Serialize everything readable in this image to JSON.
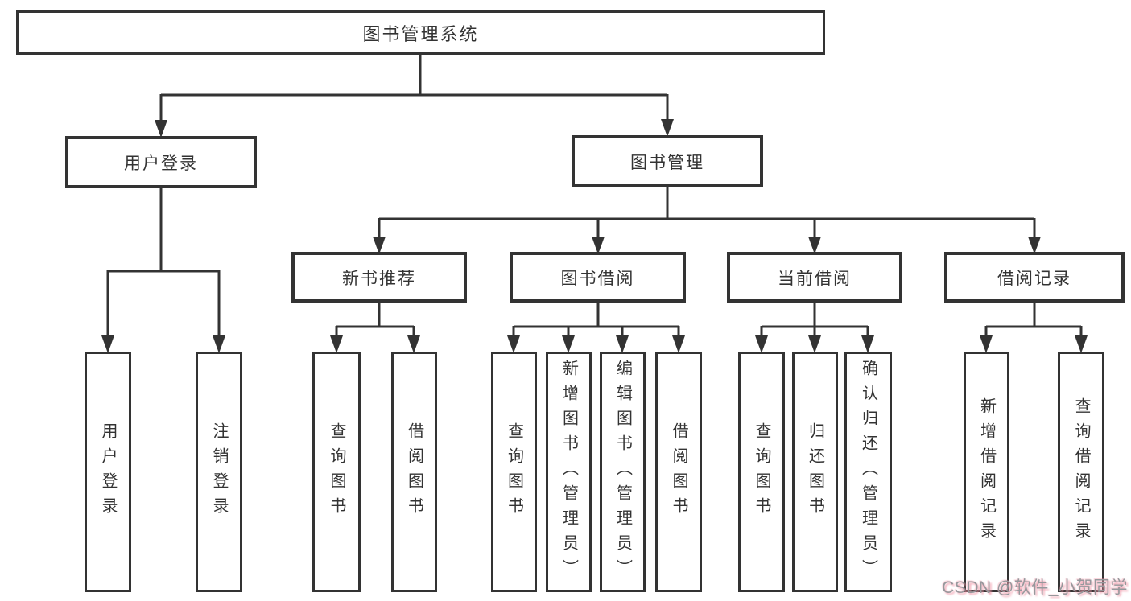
{
  "colors": {
    "line": "#333333",
    "text": "#333333",
    "background": "#ffffff",
    "watermark_text": "#96989c",
    "watermark_shadow": "#ef93a5"
  },
  "watermark": "CSDN @软件_小贺同学",
  "tree": {
    "label": "图书管理系统",
    "children": [
      {
        "label": "用户登录",
        "children": [
          {
            "label": "用户登录"
          },
          {
            "label": "注销登录"
          }
        ]
      },
      {
        "label": "图书管理",
        "children": [
          {
            "label": "新书推荐",
            "children": [
              {
                "label": "查询图书"
              },
              {
                "label": "借阅图书"
              }
            ]
          },
          {
            "label": "图书借阅",
            "children": [
              {
                "label": "查询图书"
              },
              {
                "label": "新增图书（管理员）"
              },
              {
                "label": "编辑图书（管理员）"
              },
              {
                "label": "借阅图书"
              }
            ]
          },
          {
            "label": "当前借阅",
            "children": [
              {
                "label": "查询图书"
              },
              {
                "label": "归还图书"
              },
              {
                "label": "确认归还（管理员）"
              }
            ]
          },
          {
            "label": "借阅记录",
            "children": [
              {
                "label": "新增借阅记录"
              },
              {
                "label": "查询借阅记录"
              }
            ]
          }
        ]
      }
    ]
  }
}
